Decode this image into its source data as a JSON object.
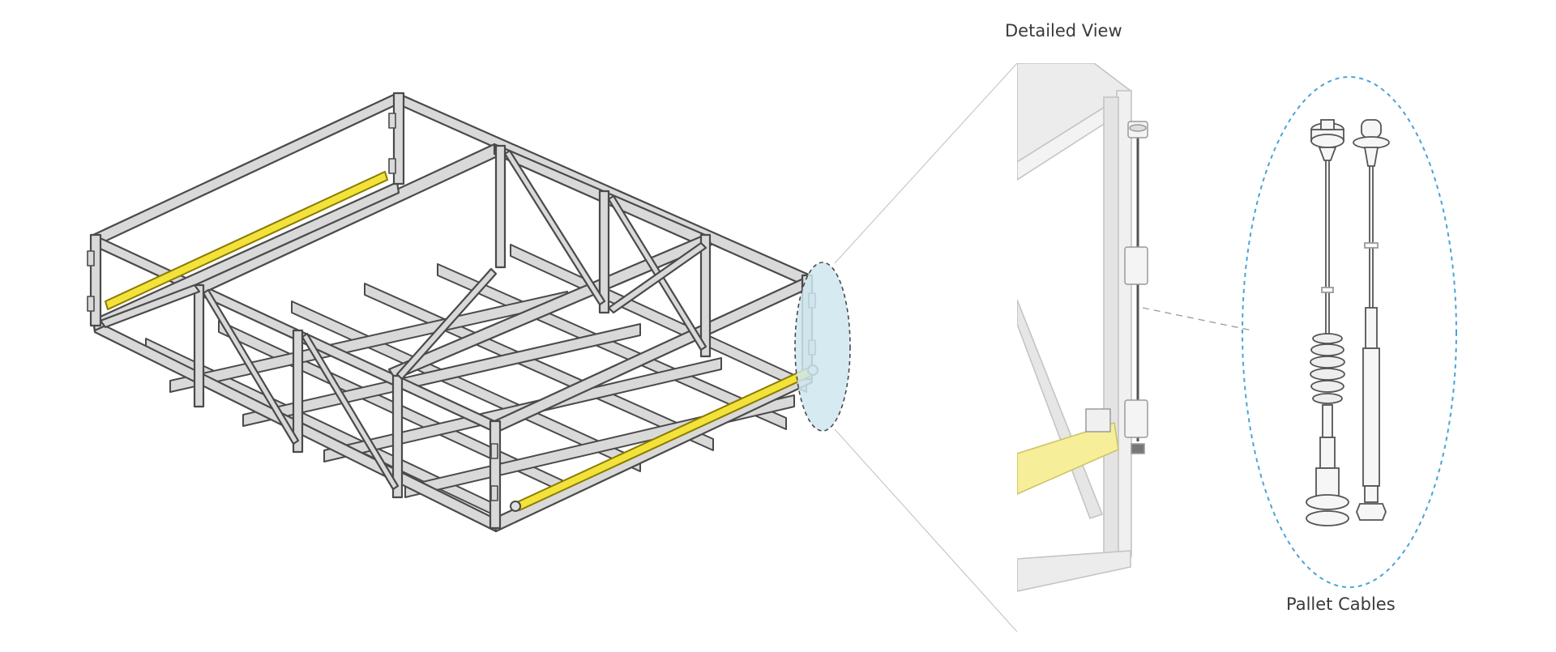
{
  "labels": {
    "detailed_view": "Detailed View",
    "pallet_cables": "Pallet Cables"
  },
  "colors": {
    "frame": "#d9d9d9",
    "frame_stroke": "#4a4a4a",
    "rail": "#f2e23a",
    "rail_stroke": "#8a7a00",
    "highlight": "#cfe6f0",
    "dashed_guide": "#4aa3d8",
    "faded_frame": "#e9e9e9"
  },
  "icons": {
    "pallet_frame": "pallet-frame-illustration",
    "detail_bracket": "detail-bracket-illustration",
    "cable_spring": "cable-spring-icon",
    "cable_straight": "cable-straight-icon"
  }
}
